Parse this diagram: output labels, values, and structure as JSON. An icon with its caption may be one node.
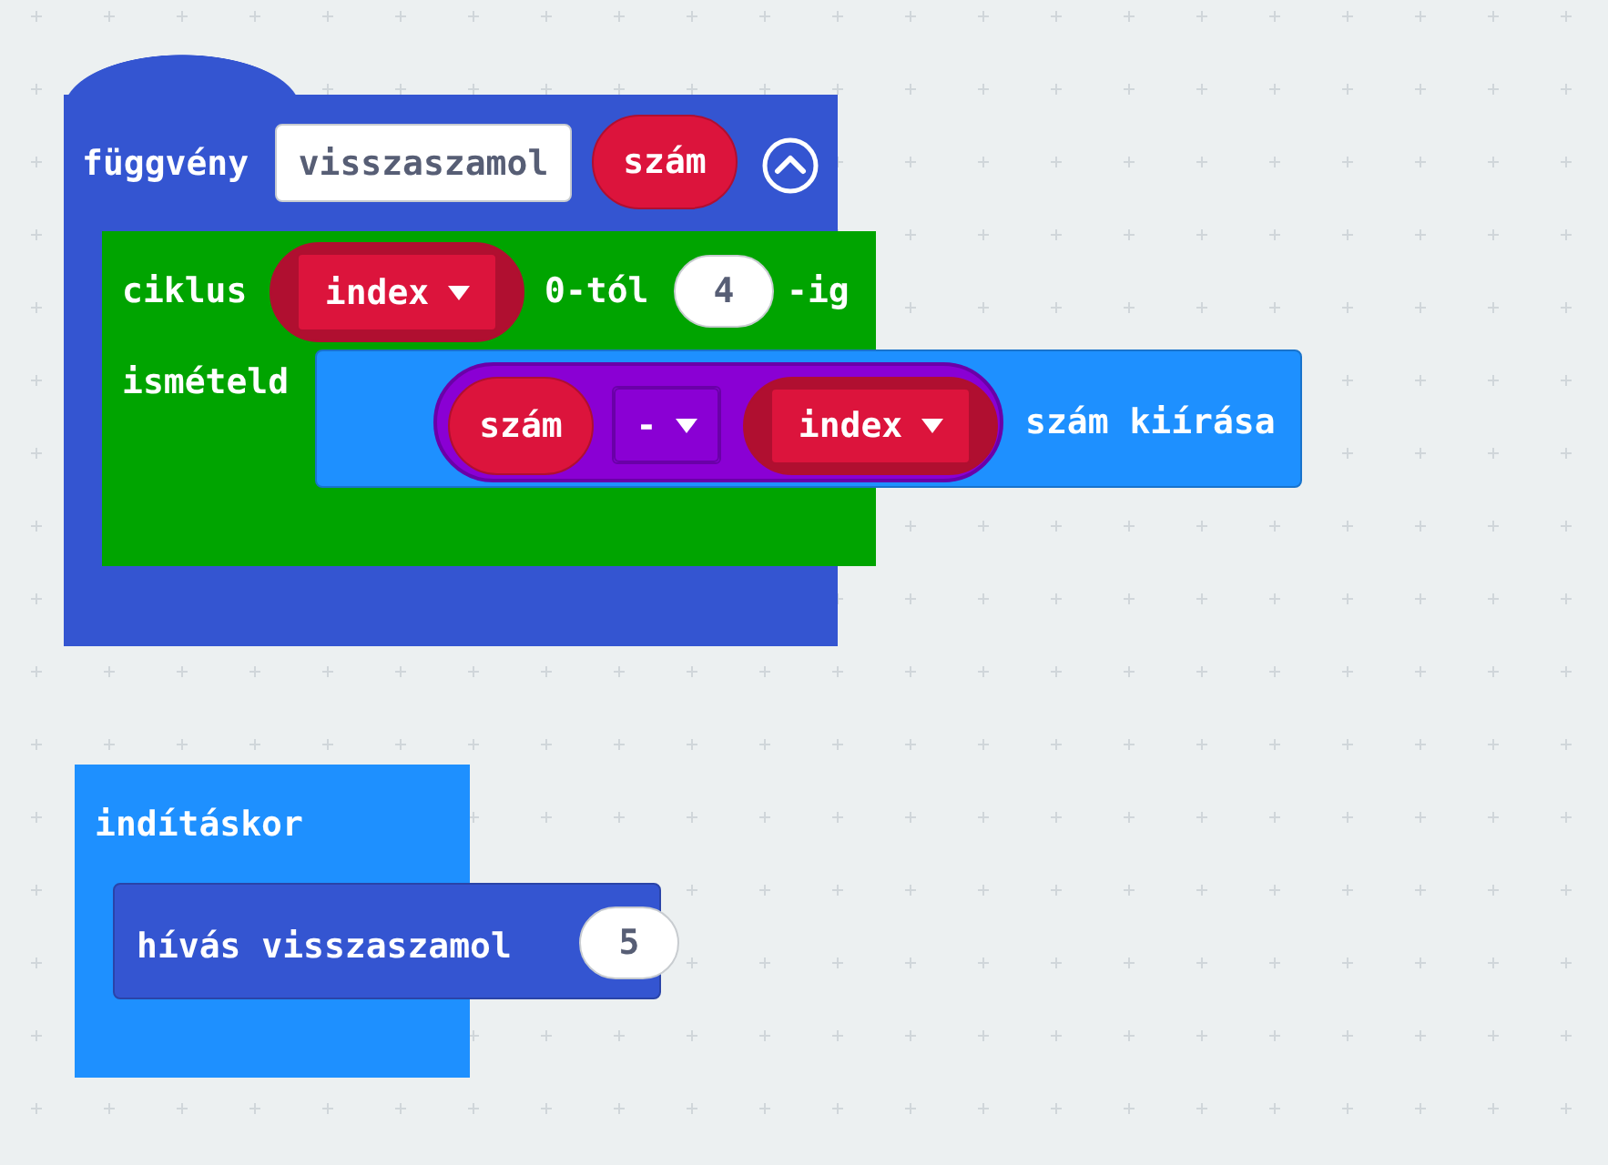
{
  "diagram": {
    "nodes": [
      {
        "text": [
          "függvény"
        ]
      },
      {
        "text": [
          "visszaszamol"
        ],
        "in": 0
      },
      {
        "text": [
          "szám"
        ],
        "in": 0
      },
      {
        "text": [
          "ciklus",
          "0-tól",
          "-ig",
          "ismételd"
        ],
        "in": 0
      },
      {
        "text": [
          "index"
        ],
        "in": 3
      },
      {
        "text": [
          "4"
        ],
        "in": 3
      },
      {
        "text": [
          "szám kiírása"
        ],
        "in": 3
      },
      {
        "text": [],
        "shape": "box",
        "in": 6
      },
      {
        "text": [
          "szám"
        ],
        "in": 7
      },
      {
        "text": [
          "-"
        ],
        "in": 7
      },
      {
        "text": [
          "index"
        ],
        "in": 7
      },
      {
        "text": [
          "indításkor"
        ]
      },
      {
        "text": [
          "hívás visszaszamol"
        ],
        "in": 11
      },
      {
        "text": [
          "5"
        ],
        "in": 12
      }
    ]
  }
}
